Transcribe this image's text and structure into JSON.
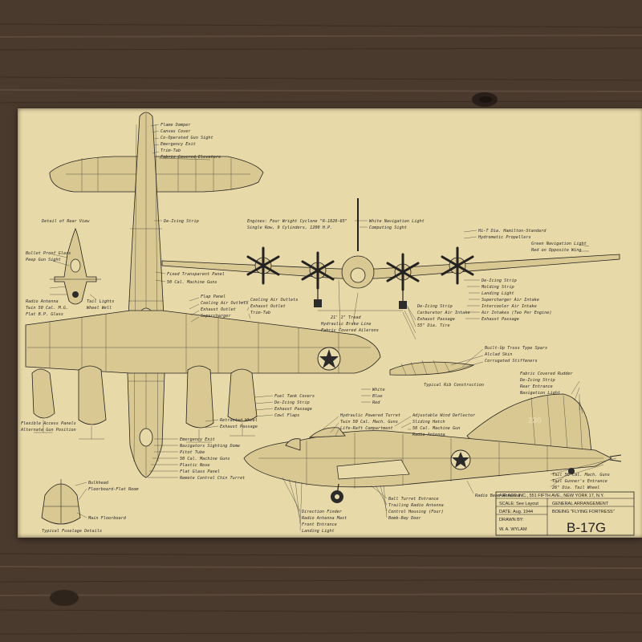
{
  "colors": {
    "paper": "#e8d9a8",
    "ink": "#2b2b2b",
    "wood": "#4a3a2e"
  },
  "plan_view_labels": [
    "Flame Damper",
    "Canvas Cover",
    "Co-Operated Gun Sight",
    "Emergency Exit",
    "Trim-Tab",
    "Fabric Covered Elevators",
    "De-Icing Strip",
    "Fixed Transparent Panel",
    "50 Cal. Machine Guns",
    "Flap Panel",
    "Cooling Air Outlets",
    "Exhaust Outlet",
    "Supercharger",
    "Cooling Air Outlets",
    "Exhaust Outlet",
    "Trim-Tab",
    "Retracted Wheel",
    "Exhaust Passage",
    "Fuel Tank Covers",
    "De-Icing Strip",
    "Exhaust Passage",
    "Cowl Flaps",
    "Emergency Exit",
    "Navigators Sighting Dome",
    "Pitot Tube",
    "50 Cal. Machine Guns",
    "Plastic Nose",
    "Flat Glass Panel",
    "Remote Control Chin Turret"
  ],
  "rear_view_labels": [
    "Detail of Rear View",
    "Bullet Proof Glass",
    "Peep Gun Sight",
    "Radio Antenna",
    "Twin 50 Cal. M.G.",
    "Flat B.P. Glass",
    "Tail Lights",
    "Wheel Well"
  ],
  "front_view_labels": [
    "Engines: Four Wright Cyclone \"R-1820-65\"",
    "Single Row, 9 Cylinders, 1200 H.P.",
    "White Navigation Light",
    "Computing Sight",
    "Hi-T Dia. Hamilton-Standard",
    "Hydromatic Propellers",
    "Green Navigation Light",
    "Red on Opposite Wing",
    "De-Icing Strip",
    "Molding Strip",
    "Landing Light",
    "Supercharger Air Intake",
    "Intercooler Air Intake",
    "Air Intakes (Two Per Engine)",
    "Exhaust Passage",
    "21' 1\" Tread",
    "Hydraulic Brake Line",
    "Fabric Covered Ailerons",
    "De-Icing Strip",
    "Carburetor Air Intake",
    "Exhaust Passage",
    "55\" Dia. Tire"
  ],
  "rib_labels": [
    "Built-Up Truss Type Spars",
    "Alclad Skin",
    "Corrugated Stiffeners",
    "Typical Rib Construction"
  ],
  "side_view_labels": [
    "White",
    "Blue",
    "Red",
    "Hydraulic Powered Turret",
    "Twin 50 Cal. Mach. Guns",
    "Life-Raft Compartment",
    "Adjustable Wind Deflector",
    "Sliding Hatch",
    "50 Cal. Machine Gun",
    "Radio Antenna",
    "Fabric Covered Rudder",
    "De-Icing Strip",
    "Rear Entrance",
    "Navigation Light",
    "Tail 50 Cal. Mach. Guns",
    "Tail Gunner's Entrance",
    "26\" Dia. Tail Wheel",
    "Radio Beam Antenna",
    "Ball Turret Entrance",
    "Trailing Radio Antenna",
    "Control Housing (Four)",
    "Bomb-Bay Door",
    "Direction Finder",
    "Radio Antenna Mast",
    "Front Entrance",
    "Landing Light"
  ],
  "section_labels": [
    "Bulkhead",
    "Floorboard-Flat Room",
    "Main Floorboard",
    "Typical Fuselage Details"
  ],
  "misc_labels": [
    "Flexible Access Panels",
    "Alternate Gun Position"
  ],
  "tail_code": "230",
  "title_block": {
    "publisher": "AIR AGE INC., 551 FIFTH AVE., NEW YORK 17, N.Y.",
    "scale": "SCALE: See Layout",
    "date": "DATE: Aug. 1944",
    "drawn_by": "DRAWN BY:",
    "drawn_name": "W. A. WYLAM",
    "arrangement": "GENERAL ARRANGEMENT",
    "subtitle": "BOEING \"FLYING FORTRESS\"",
    "model": "B-17G"
  }
}
